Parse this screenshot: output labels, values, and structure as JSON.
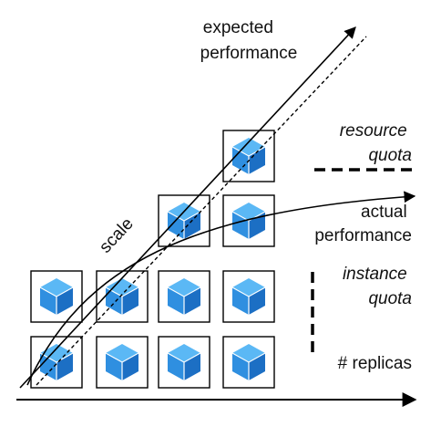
{
  "labels": {
    "expected_performance": [
      "expected",
      "performance"
    ],
    "resource_quota": [
      "resource",
      "quota"
    ],
    "actual_performance": [
      "actual",
      "performance"
    ],
    "instance_quota": [
      "instance",
      "quota"
    ],
    "replicas": "# replicas",
    "scale": "scale"
  },
  "grid": {
    "rows": [
      {
        "row": 1,
        "boxes": 4
      },
      {
        "row": 2,
        "boxes": 4
      },
      {
        "row": 3,
        "boxes": 2,
        "offset": 2
      },
      {
        "row": 4,
        "boxes": 1,
        "offset": 3
      }
    ]
  },
  "colors": {
    "cube_top": "#5bb8f5",
    "cube_left": "#2f8fe0",
    "cube_right": "#1c6fc4",
    "line": "#000000"
  },
  "icons": {
    "cube": "container-cube-icon"
  }
}
